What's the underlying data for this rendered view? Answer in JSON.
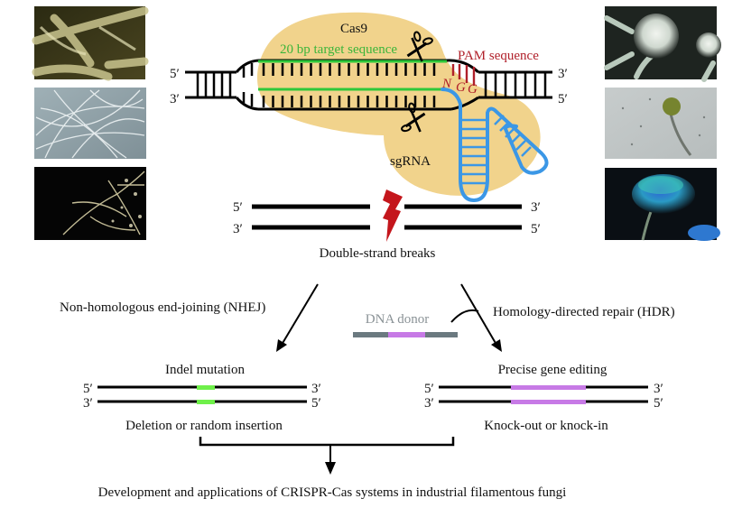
{
  "title": "Development and applications of CRISPR-Cas systems in industrial filamentous fungi",
  "colors": {
    "cas9": "#f1d38c",
    "dna": "#000000",
    "target": "#2ec83a",
    "pam": "#b0202a",
    "sgrna": "#3b97e6",
    "break": "#c4161c",
    "indel": "#6ff04a",
    "insert": "#c77ae6",
    "donor_gray": "#6b7a80",
    "donor_text": "#8a9296"
  },
  "complex": {
    "protein_label": "Cas9",
    "target_label": "20 bp target sequence",
    "pam_label": "PAM sequence",
    "pam_bases": [
      "N",
      "G",
      "G"
    ],
    "guide_label": "sgRNA",
    "end_5": "5′",
    "end_3": "3′"
  },
  "break": {
    "label": "Double-strand breaks",
    "end_5": "5′",
    "end_3": "3′"
  },
  "pathways": {
    "nhej": {
      "label": "Non-homologous end-joining (NHEJ)",
      "outcome_title": "Indel mutation",
      "outcome_caption": "Deletion or random insertion"
    },
    "hdr": {
      "label": "Homology-directed repair (HDR)",
      "donor_label": "DNA donor",
      "outcome_title": "Precise gene editing",
      "outcome_caption": "Knock-out or knock-in"
    },
    "end_5": "5′",
    "end_3": "3′"
  },
  "conclusion": "Development and applications of CRISPR-Cas systems in industrial filamentous fungi",
  "micrographs": {
    "left": [
      "hyphae-sem-olive",
      "hyphae-light-microscopy",
      "hyphae-fluorescence-dark"
    ],
    "right": [
      "conidiophore-sem",
      "conidiophore-light-microscopy",
      "conidiophore-fluorescence-blue"
    ]
  }
}
